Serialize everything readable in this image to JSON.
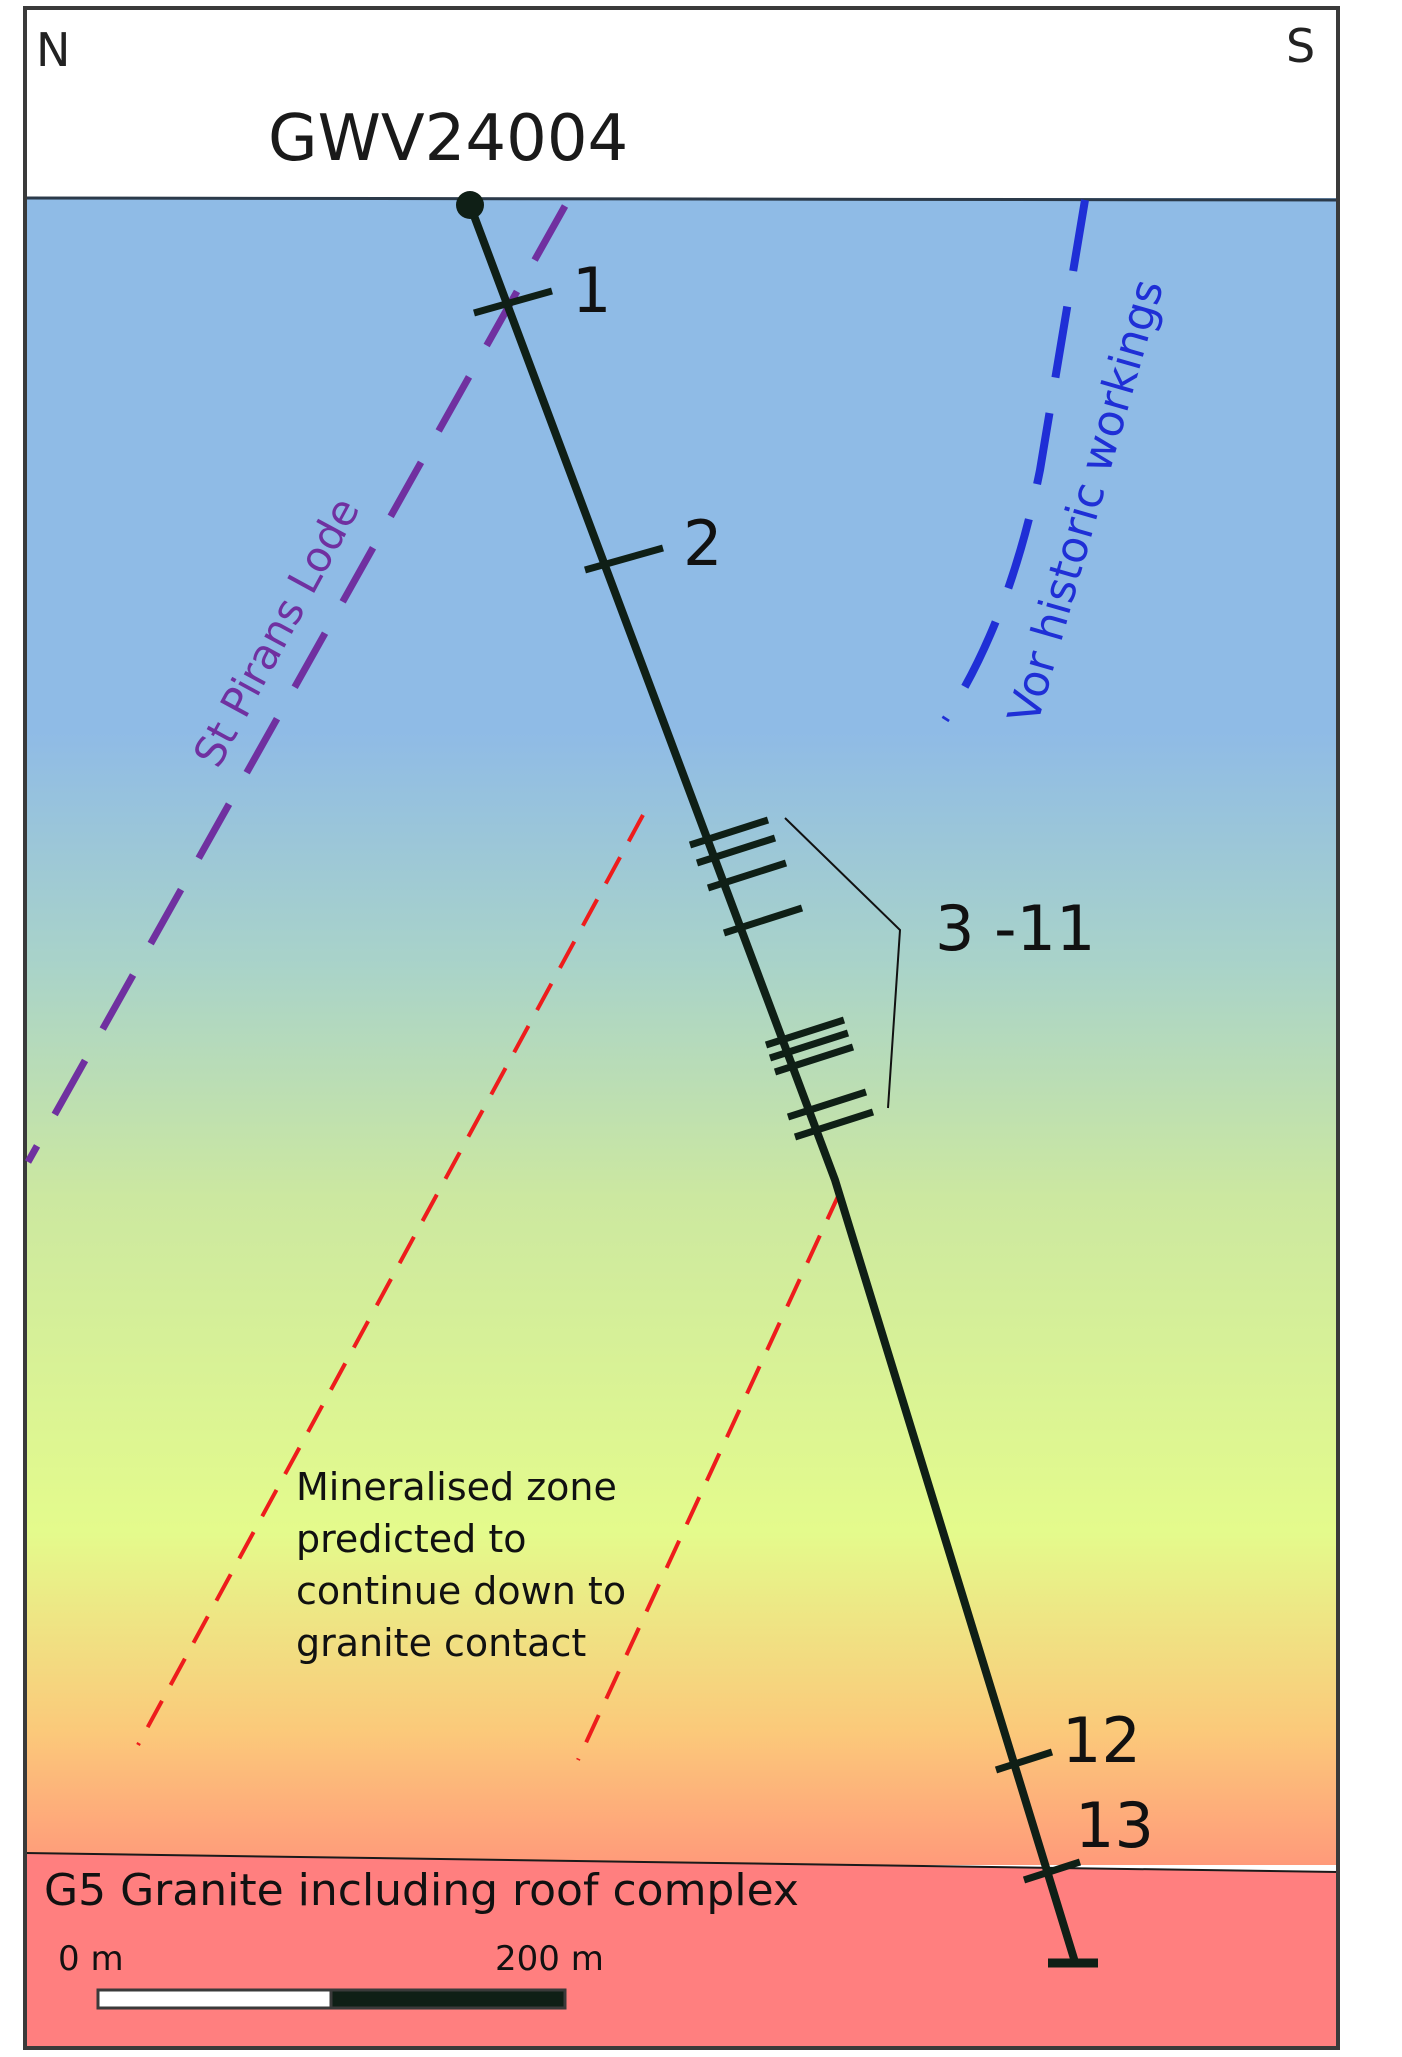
{
  "compass": {
    "north": "N",
    "south": "S"
  },
  "hole": {
    "name": "GWV24004"
  },
  "structures": {
    "st_pirans": {
      "label": "St Pirans Lode",
      "color": "#7030a0"
    },
    "vor": {
      "label": "Vor historic workings",
      "color": "#1f2fd6"
    },
    "mineralised": {
      "color": "#ee1c1c",
      "lines": [
        "Mineralised zone",
        "predicted to",
        "continue down to",
        "granite contact"
      ]
    }
  },
  "intercepts": {
    "i1": "1",
    "i2": "2",
    "i3_11": "3 -11",
    "i12": "12",
    "i13": "13"
  },
  "granite": {
    "label": "G5 Granite including roof complex",
    "color": "#ff7f7f"
  },
  "scale_bar": {
    "start": "0 m",
    "end": "200 m"
  },
  "colors": {
    "sky_blue": "#8fbbe6",
    "teal": "#a9d3c9",
    "light_green": "#cce8a0",
    "pale_yellow": "#e4fb8c",
    "orange": "#fbc97a",
    "granite": "#ff7f7f",
    "outline": "#3a3a3a",
    "hole": "#0f1f16"
  }
}
